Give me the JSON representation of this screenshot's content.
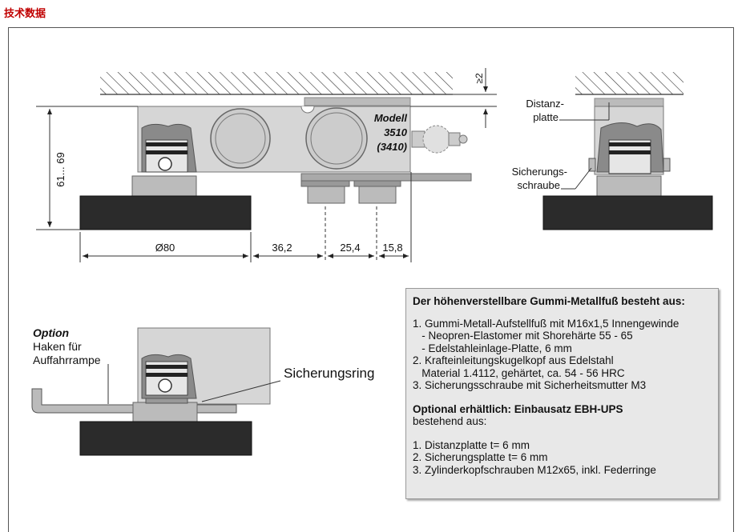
{
  "header": {
    "title": "技术数据"
  },
  "top_diagram": {
    "model_line1": "Modell",
    "model_line2": "3510",
    "model_line3": "(3410)",
    "height_dim": "61... 69",
    "gap_dim": "≥2",
    "dims": [
      "Ø80",
      "36,2",
      "25,4",
      "15,8"
    ]
  },
  "side_diagram": {
    "distance_plate_label_1": "Distanz-",
    "distance_plate_label_2": "platte",
    "screw_label_1": "Sicherungs-",
    "screw_label_2": "schraube"
  },
  "option_diagram": {
    "option_title": "Option",
    "option_line1": "Haken für",
    "option_line2": "Auffahrrampe",
    "ring_label": "Sicherungsring"
  },
  "info": {
    "heading": "Der höhenverstellbare Gummi-Metallfuß besteht aus:",
    "items": [
      "1. Gummi-Metall-Aufstellfuß mit M16x1,5 Innengewinde",
      "   - Neopren-Elastomer mit Shorehärte 55 - 65",
      "   - Edelstahleinlage-Platte, 6 mm",
      "2. Krafteinleitungskugelkopf aus Edelstahl",
      "   Material 1.4112, gehärtet, ca. 54 - 56 HRC",
      "3. Sicherungsschraube mit Sicherheitsmutter M3"
    ],
    "optional_heading": "Optional erhältlich: Einbausatz EBH-UPS",
    "optional_sub": "bestehend aus:",
    "optional_items": [
      "1. Distanzplatte t= 6 mm",
      "2. Sicherungsplatte t= 6 mm",
      "3. Zylinderkopfschrauben M12x65, inkl. Federringe"
    ]
  }
}
